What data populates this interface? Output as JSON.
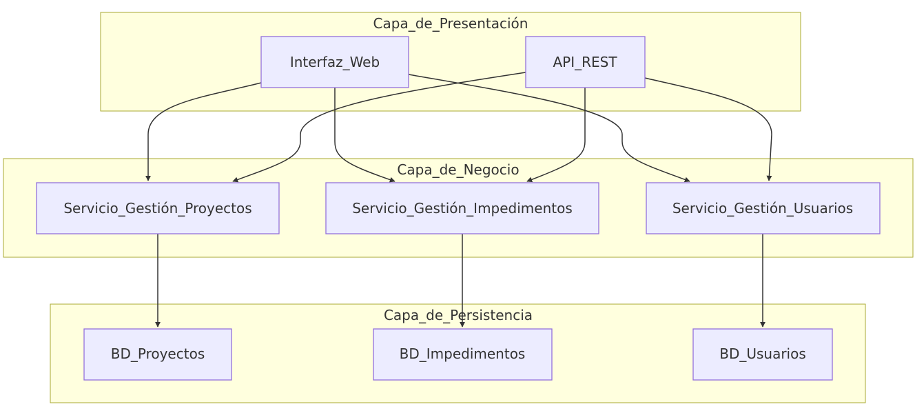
{
  "diagram": {
    "type": "flowchart",
    "colors": {
      "cluster_fill": "#ffffde",
      "cluster_stroke": "#aaaa33",
      "node_fill": "#ececff",
      "node_stroke": "#9370db",
      "edge": "#333333",
      "text": "#333333"
    },
    "clusters": [
      {
        "id": "presentacion",
        "label": "Capa_de_Presentación"
      },
      {
        "id": "negocio",
        "label": "Capa_de_Negocio"
      },
      {
        "id": "persistencia",
        "label": "Capa_de_Persistencia"
      }
    ],
    "nodes": [
      {
        "id": "web",
        "label": "Interfaz_Web",
        "cluster": "presentacion"
      },
      {
        "id": "api",
        "label": "API_REST",
        "cluster": "presentacion"
      },
      {
        "id": "sgp",
        "label": "Servicio_Gestión_Proyectos",
        "cluster": "negocio"
      },
      {
        "id": "sgi",
        "label": "Servicio_Gestión_Impedimentos",
        "cluster": "negocio"
      },
      {
        "id": "sgu",
        "label": "Servicio_Gestión_Usuarios",
        "cluster": "negocio"
      },
      {
        "id": "bdp",
        "label": "BD_Proyectos",
        "cluster": "persistencia"
      },
      {
        "id": "bdi",
        "label": "BD_Impedimentos",
        "cluster": "persistencia"
      },
      {
        "id": "bdu",
        "label": "BD_Usuarios",
        "cluster": "persistencia"
      }
    ],
    "edges": [
      {
        "from": "web",
        "to": "sgp"
      },
      {
        "from": "web",
        "to": "sgi"
      },
      {
        "from": "web",
        "to": "sgu"
      },
      {
        "from": "api",
        "to": "sgp"
      },
      {
        "from": "api",
        "to": "sgi"
      },
      {
        "from": "api",
        "to": "sgu"
      },
      {
        "from": "sgp",
        "to": "bdp"
      },
      {
        "from": "sgi",
        "to": "bdi"
      },
      {
        "from": "sgu",
        "to": "bdu"
      }
    ]
  }
}
